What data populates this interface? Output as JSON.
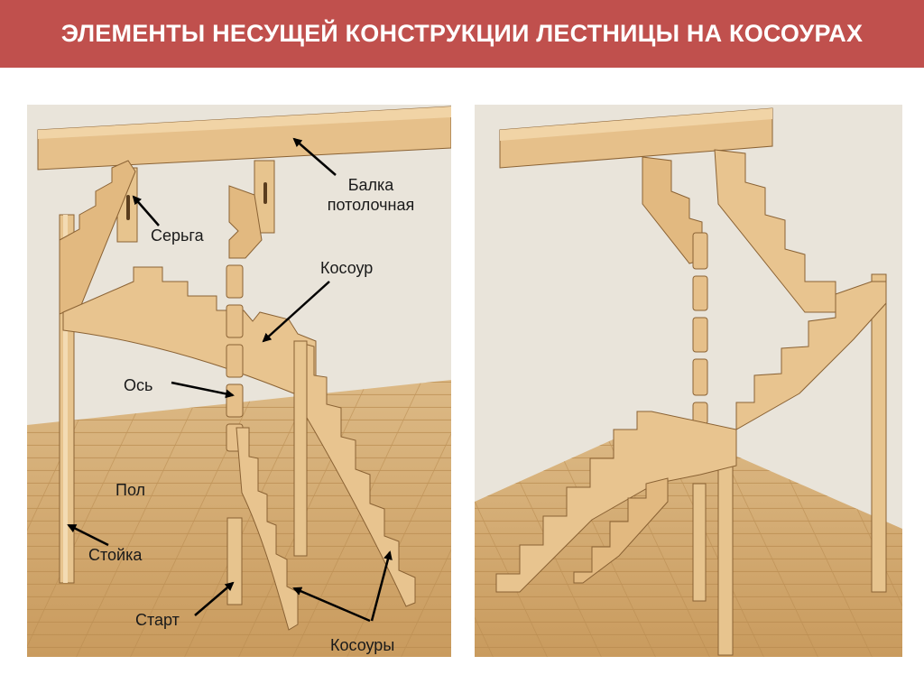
{
  "title": "ЭЛЕМЕНТЫ НЕСУЩЕЙ КОНСТРУКЦИИ ЛЕСТНИЦЫ НА КОСОУРАХ",
  "labels": {
    "beam_line1": "Балка",
    "beam_line2": "потолочная",
    "earring": "Серьга",
    "stringer": "Косоур",
    "axis": "Ось",
    "floor": "Пол",
    "post": "Стойка",
    "start": "Старт",
    "stringers": "Косоуры"
  },
  "colors": {
    "header": "#c0504d",
    "wood": "#e8c48f",
    "wood_dark": "#c99a5c",
    "floor": "#d9b27c",
    "wall": "#e9e4da"
  }
}
